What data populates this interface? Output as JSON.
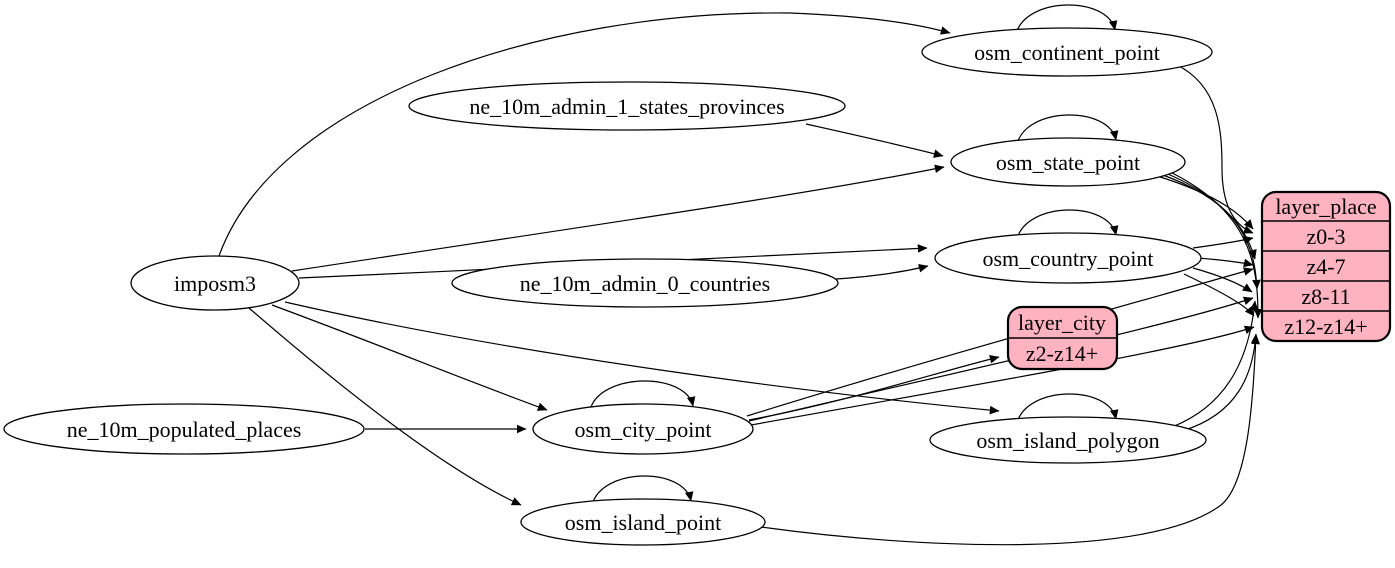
{
  "colors": {
    "background": "#ffffff",
    "ellipse_fill": "#ffffff",
    "record_fill": "#ffb3c1",
    "stroke": "#000000"
  },
  "nodes": {
    "imposm3": {
      "label": "imposm3",
      "type": "ellipse"
    },
    "ne_10m_admin_1_states_provinces": {
      "label": "ne_10m_admin_1_states_provinces",
      "type": "ellipse"
    },
    "ne_10m_admin_0_countries": {
      "label": "ne_10m_admin_0_countries",
      "type": "ellipse"
    },
    "ne_10m_populated_places": {
      "label": "ne_10m_populated_places",
      "type": "ellipse"
    },
    "osm_continent_point": {
      "label": "osm_continent_point",
      "type": "ellipse"
    },
    "osm_state_point": {
      "label": "osm_state_point",
      "type": "ellipse"
    },
    "osm_country_point": {
      "label": "osm_country_point",
      "type": "ellipse"
    },
    "osm_city_point": {
      "label": "osm_city_point",
      "type": "ellipse"
    },
    "osm_island_polygon": {
      "label": "osm_island_polygon",
      "type": "ellipse"
    },
    "osm_island_point": {
      "label": "osm_island_point",
      "type": "ellipse"
    },
    "layer_city": {
      "label": "layer_city",
      "type": "record",
      "rows": [
        "z2-z14+"
      ]
    },
    "layer_place": {
      "label": "layer_place",
      "type": "record",
      "rows": [
        "z0-3",
        "z4-7",
        "z8-11",
        "z12-z14+"
      ]
    }
  },
  "edges": [
    {
      "from": "imposm3",
      "to": "osm_continent_point"
    },
    {
      "from": "imposm3",
      "to": "osm_state_point"
    },
    {
      "from": "imposm3",
      "to": "osm_country_point"
    },
    {
      "from": "imposm3",
      "to": "osm_city_point"
    },
    {
      "from": "imposm3",
      "to": "osm_island_polygon"
    },
    {
      "from": "imposm3",
      "to": "osm_island_point"
    },
    {
      "from": "ne_10m_admin_1_states_provinces",
      "to": "osm_state_point"
    },
    {
      "from": "ne_10m_admin_0_countries",
      "to": "osm_country_point"
    },
    {
      "from": "ne_10m_populated_places",
      "to": "osm_city_point"
    },
    {
      "from": "osm_continent_point",
      "to": "osm_continent_point"
    },
    {
      "from": "osm_state_point",
      "to": "osm_state_point"
    },
    {
      "from": "osm_country_point",
      "to": "osm_country_point"
    },
    {
      "from": "osm_city_point",
      "to": "osm_city_point"
    },
    {
      "from": "osm_island_polygon",
      "to": "osm_island_polygon"
    },
    {
      "from": "osm_island_point",
      "to": "osm_island_point"
    },
    {
      "from": "osm_continent_point",
      "to": "layer_place",
      "to_row": "z0-3"
    },
    {
      "from": "osm_state_point",
      "to": "layer_place",
      "to_row": "z0-3"
    },
    {
      "from": "osm_state_point",
      "to": "layer_place",
      "to_row": "z4-7"
    },
    {
      "from": "osm_state_point",
      "to": "layer_place",
      "to_row": "z8-11"
    },
    {
      "from": "osm_state_point",
      "to": "layer_place",
      "to_row": "z12-z14+"
    },
    {
      "from": "osm_country_point",
      "to": "layer_place",
      "to_row": "z0-3"
    },
    {
      "from": "osm_country_point",
      "to": "layer_place",
      "to_row": "z4-7"
    },
    {
      "from": "osm_country_point",
      "to": "layer_place",
      "to_row": "z8-11"
    },
    {
      "from": "osm_country_point",
      "to": "layer_place",
      "to_row": "z12-z14+"
    },
    {
      "from": "osm_city_point",
      "to": "layer_city",
      "to_row": "z2-z14+"
    },
    {
      "from": "osm_city_point",
      "to": "layer_place",
      "to_row": "z4-7"
    },
    {
      "from": "osm_city_point",
      "to": "layer_place",
      "to_row": "z8-11"
    },
    {
      "from": "osm_city_point",
      "to": "layer_place",
      "to_row": "z12-z14+"
    },
    {
      "from": "osm_island_polygon",
      "to": "layer_place",
      "to_row": "z8-11"
    },
    {
      "from": "osm_island_polygon",
      "to": "layer_place",
      "to_row": "z12-z14+"
    },
    {
      "from": "osm_island_point",
      "to": "layer_place",
      "to_row": "z12-z14+"
    }
  ]
}
